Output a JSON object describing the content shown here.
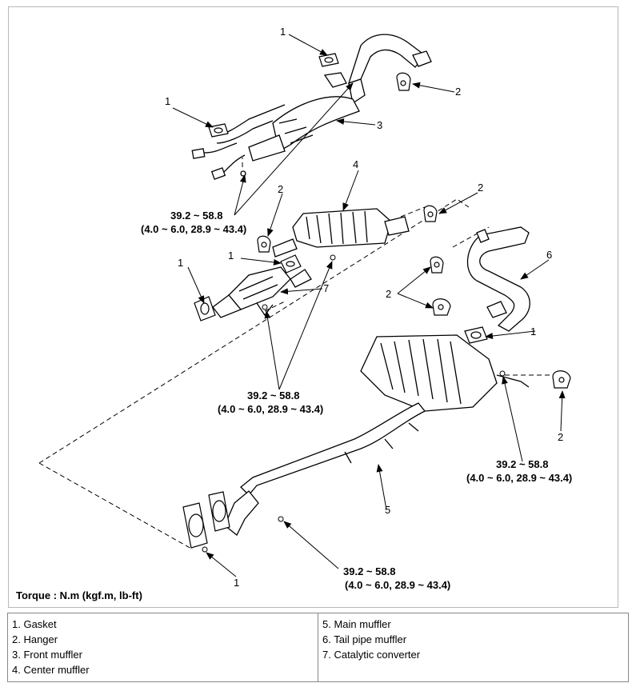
{
  "callouts": {
    "gasket": "1",
    "hanger": "2",
    "front_muffler": "3",
    "center_muffler": "4",
    "main_muffler": "5",
    "tail_pipe_muffler": "6",
    "catalytic_converter": "7"
  },
  "torque_specs": [
    {
      "nm": "39.2 ~ 58.8",
      "alt": "(4.0 ~ 6.0, 28.9 ~ 43.4)"
    },
    {
      "nm": "39.2 ~ 58.8",
      "alt": "(4.0 ~ 6.0, 28.9 ~ 43.4)"
    },
    {
      "nm": "39.2 ~ 58.8",
      "alt": "(4.0 ~ 6.0, 28.9 ~ 43.4)"
    },
    {
      "nm": "39.2 ~ 58.8",
      "alt": "(4.0 ~ 6.0, 28.9 ~ 43.4)"
    }
  ],
  "torque_note": "Torque : N.m (kgf.m, lb-ft)",
  "legend": {
    "left": [
      "1. Gasket",
      "2. Hanger",
      "3. Front muffler",
      "4. Center muffler"
    ],
    "right": [
      "5. Main muffler",
      "6. Tail pipe muffler",
      "7. Catalytic converter"
    ]
  }
}
